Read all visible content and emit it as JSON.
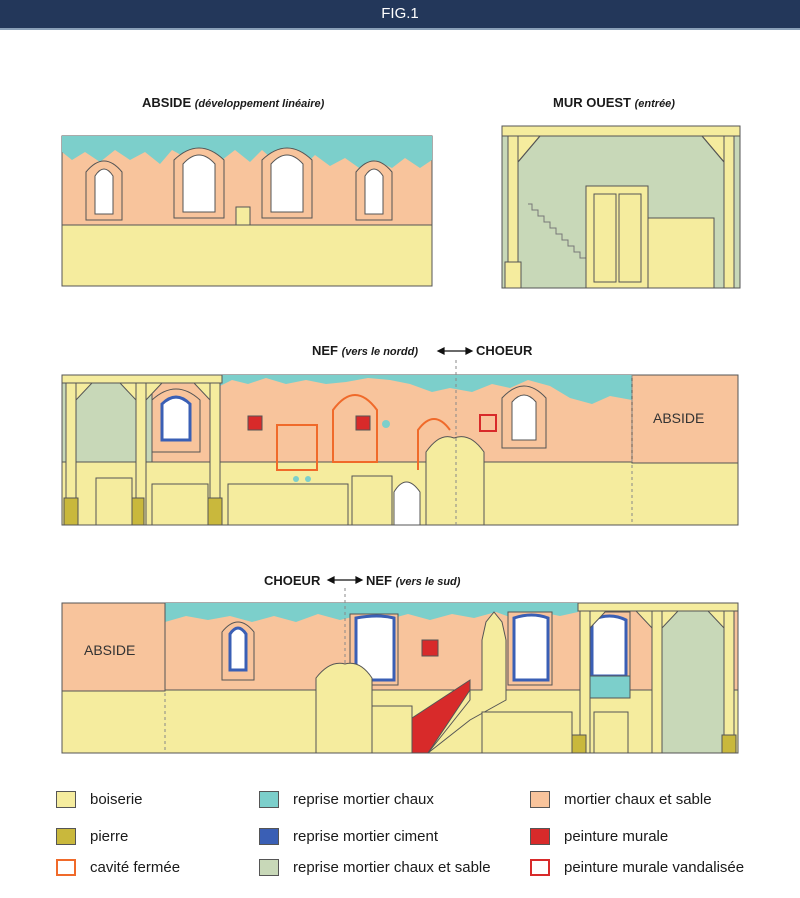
{
  "header": {
    "title": "FIG.1"
  },
  "views": {
    "abside": {
      "title": "ABSIDE",
      "subtitle": "(développement linéaire)"
    },
    "mur_ouest": {
      "title": "MUR OUEST",
      "subtitle": "(entrée)"
    },
    "nord": {
      "left": "NEF",
      "left_note": "(vers le nordd)",
      "arrow": "◂—▸",
      "right": "CHOEUR",
      "abside_label": "ABSIDE"
    },
    "sud": {
      "left": "CHOEUR",
      "arrow": "◂—▸",
      "right": "NEF",
      "right_note": "(vers le sud)",
      "abside_label": "ABSIDE"
    }
  },
  "colors": {
    "boiserie": "#f5ec9e",
    "pierre": "#c9b83c",
    "chaux": "#7ccfcb",
    "ciment": "#3a5fb5",
    "chaux_sable": "#f8c49c",
    "peinture": "#d82a2a",
    "cavite": "#f06a2a",
    "chaux_sable_reprise": "#c8d8b8",
    "outline": "#555555"
  },
  "legend": [
    {
      "label": "boiserie",
      "swatch": "boiserie",
      "style": "fill"
    },
    {
      "label": "pierre",
      "swatch": "pierre",
      "style": "fill"
    },
    {
      "label": "cavité fermée",
      "swatch": "cavite",
      "style": "outline"
    },
    {
      "label": "reprise mortier chaux",
      "swatch": "chaux",
      "style": "fill"
    },
    {
      "label": "reprise mortier ciment",
      "swatch": "ciment",
      "style": "fill"
    },
    {
      "label": "reprise mortier chaux et sable",
      "swatch": "chaux_sable_reprise",
      "style": "fill"
    },
    {
      "label": "mortier chaux et sable",
      "swatch": "chaux_sable",
      "style": "fill"
    },
    {
      "label": "peinture murale",
      "swatch": "peinture",
      "style": "fill"
    },
    {
      "label": "peinture murale vandalisée",
      "swatch": "peinture",
      "style": "outline"
    }
  ]
}
